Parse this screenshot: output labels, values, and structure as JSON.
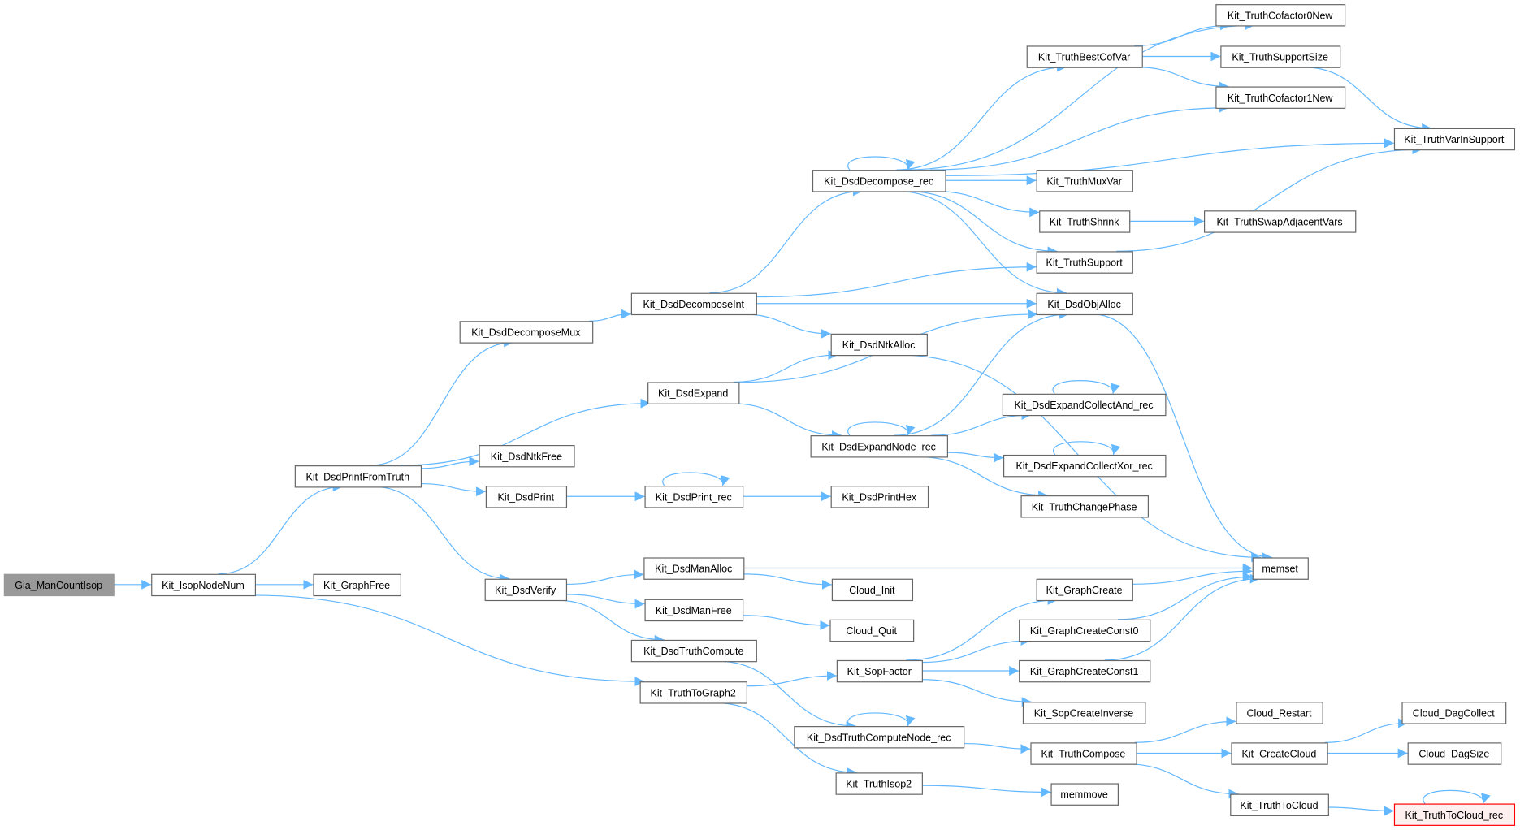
{
  "graph": {
    "type": "call-graph",
    "colors": {
      "edge": "#63b8ff",
      "root_fill": "#999999",
      "highlight_border": "#ff0000",
      "node_border": "#666666"
    },
    "nodes": [
      {
        "id": "n1",
        "label": "Gia_ManCountIsop",
        "style": "root"
      },
      {
        "id": "n2",
        "label": "Kit_IsopNodeNum"
      },
      {
        "id": "n3",
        "label": "Kit_GraphFree"
      },
      {
        "id": "n4",
        "label": "Kit_DsdPrintFromTruth"
      },
      {
        "id": "n5",
        "label": "Kit_DsdDecomposeMux"
      },
      {
        "id": "n6",
        "label": "Kit_DsdDecomposeInt"
      },
      {
        "id": "n7",
        "label": "Kit_DsdDecompose_rec"
      },
      {
        "id": "n8",
        "label": "Kit_TruthBestCofVar"
      },
      {
        "id": "n9",
        "label": "Kit_TruthCofactor0New"
      },
      {
        "id": "n10",
        "label": "Kit_TruthSupportSize"
      },
      {
        "id": "n11",
        "label": "Kit_TruthCofactor1New"
      },
      {
        "id": "n12",
        "label": "Kit_TruthVarInSupport"
      },
      {
        "id": "n13",
        "label": "Kit_TruthMuxVar"
      },
      {
        "id": "n14",
        "label": "Kit_TruthShrink"
      },
      {
        "id": "n15",
        "label": "Kit_TruthSwapAdjacentVars"
      },
      {
        "id": "n16",
        "label": "Kit_TruthSupport"
      },
      {
        "id": "n17",
        "label": "Kit_DsdObjAlloc"
      },
      {
        "id": "n18",
        "label": "Kit_DsdNtkAlloc"
      },
      {
        "id": "n19",
        "label": "Kit_DsdExpand"
      },
      {
        "id": "n20",
        "label": "Kit_DsdExpandNode_rec"
      },
      {
        "id": "n21",
        "label": "Kit_DsdExpandCollectAnd_rec"
      },
      {
        "id": "n22",
        "label": "Kit_DsdExpandCollectXor_rec"
      },
      {
        "id": "n23",
        "label": "Kit_TruthChangePhase"
      },
      {
        "id": "n24",
        "label": "Kit_DsdNtkFree"
      },
      {
        "id": "n25",
        "label": "Kit_DsdPrint"
      },
      {
        "id": "n26",
        "label": "Kit_DsdPrint_rec"
      },
      {
        "id": "n27",
        "label": "Kit_DsdPrintHex"
      },
      {
        "id": "n28",
        "label": "Kit_DsdVerify"
      },
      {
        "id": "n29",
        "label": "Kit_DsdManAlloc"
      },
      {
        "id": "n30",
        "label": "Kit_DsdManFree"
      },
      {
        "id": "n31",
        "label": "Kit_DsdTruthCompute"
      },
      {
        "id": "n32",
        "label": "memset"
      },
      {
        "id": "n33",
        "label": "Cloud_Init"
      },
      {
        "id": "n34",
        "label": "Cloud_Quit"
      },
      {
        "id": "n35",
        "label": "Kit_GraphCreate"
      },
      {
        "id": "n36",
        "label": "Kit_GraphCreateConst0"
      },
      {
        "id": "n37",
        "label": "Kit_GraphCreateConst1"
      },
      {
        "id": "n38",
        "label": "Kit_SopFactor"
      },
      {
        "id": "n39",
        "label": "Kit_SopCreateInverse"
      },
      {
        "id": "n40",
        "label": "Kit_TruthToGraph2"
      },
      {
        "id": "n41",
        "label": "Kit_DsdTruthComputeNode_rec"
      },
      {
        "id": "n42",
        "label": "Kit_TruthCompose"
      },
      {
        "id": "n43",
        "label": "Kit_TruthIsop2"
      },
      {
        "id": "n44",
        "label": "memmove"
      },
      {
        "id": "n45",
        "label": "Cloud_Restart"
      },
      {
        "id": "n46",
        "label": "Kit_CreateCloud"
      },
      {
        "id": "n47",
        "label": "Kit_TruthToCloud"
      },
      {
        "id": "n48",
        "label": "Cloud_DagCollect"
      },
      {
        "id": "n49",
        "label": "Cloud_DagSize"
      },
      {
        "id": "n50",
        "label": "Kit_TruthToCloud_rec",
        "style": "highlight"
      }
    ],
    "edges": [
      [
        "n1",
        "n2"
      ],
      [
        "n2",
        "n3"
      ],
      [
        "n2",
        "n4"
      ],
      [
        "n2",
        "n40"
      ],
      [
        "n4",
        "n5"
      ],
      [
        "n4",
        "n19"
      ],
      [
        "n4",
        "n24"
      ],
      [
        "n4",
        "n25"
      ],
      [
        "n4",
        "n28"
      ],
      [
        "n5",
        "n6"
      ],
      [
        "n6",
        "n7"
      ],
      [
        "n6",
        "n16"
      ],
      [
        "n6",
        "n17"
      ],
      [
        "n6",
        "n18"
      ],
      [
        "n7",
        "n7"
      ],
      [
        "n7",
        "n9"
      ],
      [
        "n7",
        "n8"
      ],
      [
        "n7",
        "n11"
      ],
      [
        "n7",
        "n12"
      ],
      [
        "n7",
        "n13"
      ],
      [
        "n7",
        "n14"
      ],
      [
        "n7",
        "n16"
      ],
      [
        "n7",
        "n17"
      ],
      [
        "n8",
        "n9"
      ],
      [
        "n8",
        "n10"
      ],
      [
        "n8",
        "n11"
      ],
      [
        "n10",
        "n12"
      ],
      [
        "n14",
        "n15"
      ],
      [
        "n16",
        "n12"
      ],
      [
        "n17",
        "n32"
      ],
      [
        "n18",
        "n32"
      ],
      [
        "n19",
        "n18"
      ],
      [
        "n19",
        "n17"
      ],
      [
        "n19",
        "n20"
      ],
      [
        "n20",
        "n20"
      ],
      [
        "n20",
        "n21"
      ],
      [
        "n20",
        "n22"
      ],
      [
        "n20",
        "n23"
      ],
      [
        "n20",
        "n17"
      ],
      [
        "n21",
        "n21"
      ],
      [
        "n22",
        "n22"
      ],
      [
        "n25",
        "n26"
      ],
      [
        "n26",
        "n26"
      ],
      [
        "n26",
        "n27"
      ],
      [
        "n28",
        "n29"
      ],
      [
        "n28",
        "n30"
      ],
      [
        "n28",
        "n31"
      ],
      [
        "n29",
        "n32"
      ],
      [
        "n29",
        "n33"
      ],
      [
        "n30",
        "n34"
      ],
      [
        "n31",
        "n41"
      ],
      [
        "n41",
        "n41"
      ],
      [
        "n41",
        "n42"
      ],
      [
        "n40",
        "n38"
      ],
      [
        "n40",
        "n43"
      ],
      [
        "n38",
        "n35"
      ],
      [
        "n38",
        "n36"
      ],
      [
        "n38",
        "n37"
      ],
      [
        "n38",
        "n39"
      ],
      [
        "n35",
        "n32"
      ],
      [
        "n36",
        "n32"
      ],
      [
        "n37",
        "n32"
      ],
      [
        "n43",
        "n44"
      ],
      [
        "n42",
        "n45"
      ],
      [
        "n42",
        "n46"
      ],
      [
        "n42",
        "n47"
      ],
      [
        "n46",
        "n48"
      ],
      [
        "n46",
        "n49"
      ],
      [
        "n47",
        "n50"
      ],
      [
        "n50",
        "n50"
      ]
    ]
  }
}
